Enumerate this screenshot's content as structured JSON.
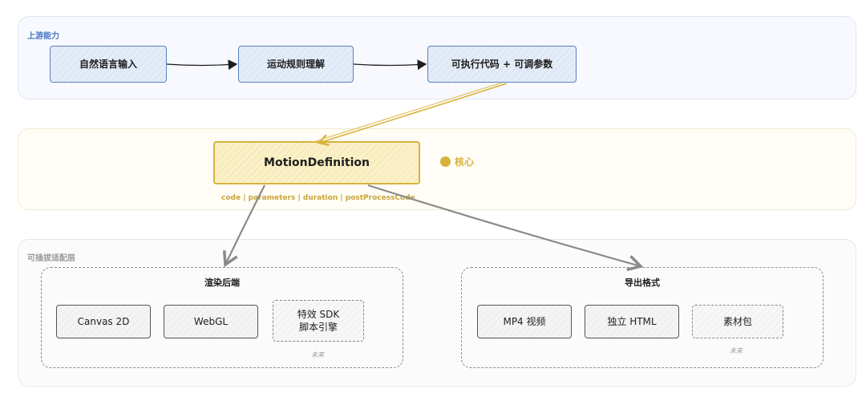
{
  "upstream": {
    "label": "上游能力",
    "nodes": [
      "自然语言输入",
      "运动规则理解",
      "可执行代码 + 可调参数"
    ]
  },
  "core": {
    "node": "MotionDefinition",
    "badge": "核心",
    "fields": "code  |  parameters  |  duration  |  postProcessCode"
  },
  "adapter": {
    "label": "可插拔适配层",
    "render": {
      "title": "渲染后端",
      "items": [
        "Canvas 2D",
        "WebGL",
        "特效 SDK\n脚本引擎"
      ],
      "future_note": "未来"
    },
    "export": {
      "title": "导出格式",
      "items": [
        "MP4 视频",
        "独立 HTML",
        "素材包"
      ],
      "future_note": "未来"
    }
  },
  "colors": {
    "upstream_accent": "#5b7fc0",
    "core_accent": "#d9b23c",
    "adapter_accent": "#8c8c8c"
  }
}
